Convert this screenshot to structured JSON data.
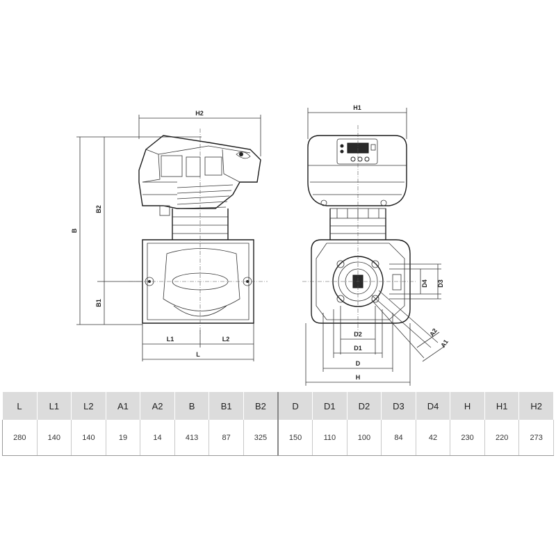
{
  "side_view": {
    "labels": {
      "h2": "H2",
      "b": "B",
      "b2": "B2",
      "b1": "B1",
      "l1": "L1",
      "l2": "L2",
      "l": "L"
    }
  },
  "front_view": {
    "labels": {
      "h1": "H1",
      "d4": "D4",
      "d3": "D3",
      "d2": "D2",
      "d1": "D1",
      "d": "D",
      "h": "H",
      "a2": "A2",
      "a1": "A1"
    }
  },
  "dimensions_table": {
    "headers": [
      "L",
      "L1",
      "L2",
      "A1",
      "A2",
      "B",
      "B1",
      "B2",
      "D",
      "D1",
      "D2",
      "D3",
      "D4",
      "H",
      "H1",
      "H2"
    ],
    "values": [
      "280",
      "140",
      "140",
      "19",
      "14",
      "413",
      "87",
      "325",
      "150",
      "110",
      "100",
      "84",
      "42",
      "230",
      "220",
      "273"
    ]
  }
}
